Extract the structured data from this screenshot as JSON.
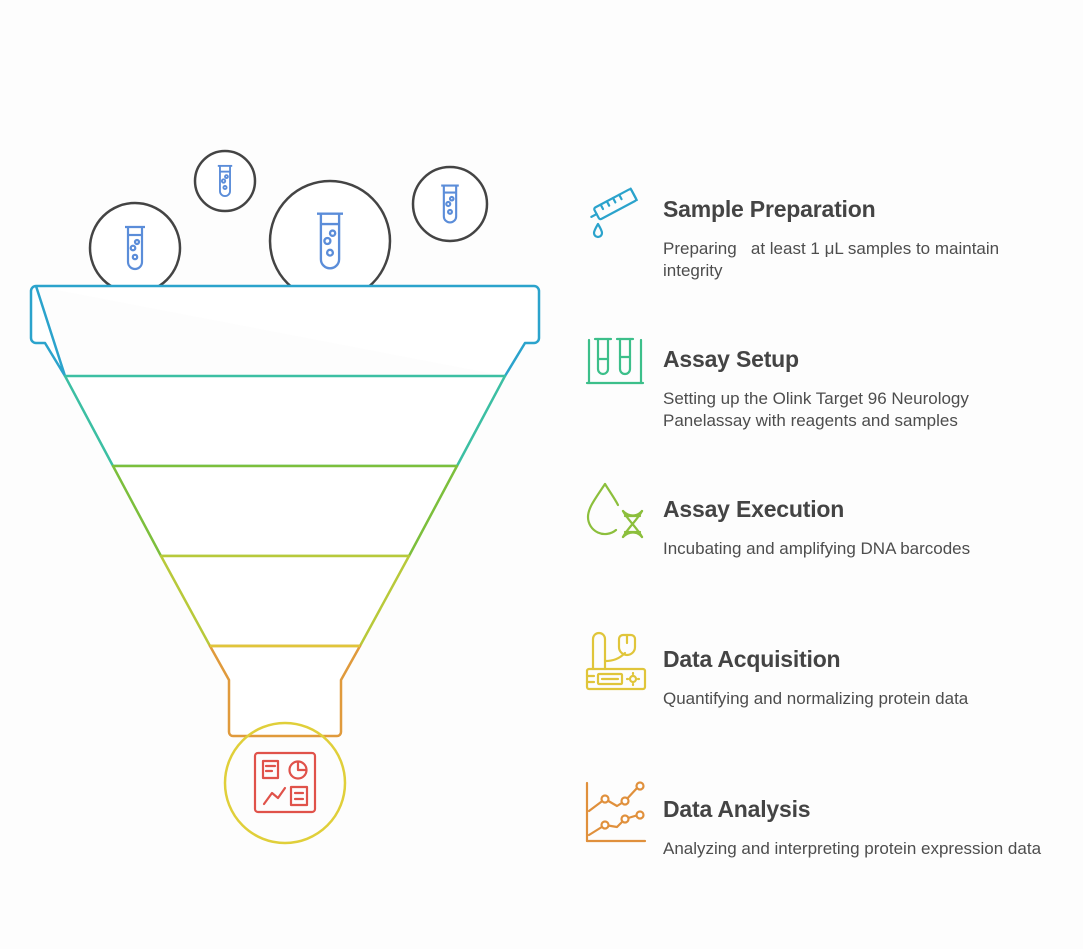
{
  "colors": {
    "outline": "#444444",
    "tube": "#5b8dd9",
    "rim": "#2ba3cc",
    "band1": "#3cbfa3",
    "band2": "#7cbf3c",
    "band3": "#b8c93a",
    "band4": "#e0c53a",
    "spout": "#e09a3c",
    "output_circle": "#e0cf3a",
    "output_icon": "#e0524a"
  },
  "icons": {
    "sample_bubbles": "test-tube-icon",
    "output": "dashboard-icon"
  },
  "steps": [
    {
      "title": "Sample Preparation",
      "description": "Preparing   at least 1 μL samples to maintain integrity",
      "icon": "pipette-icon",
      "color": "#2ba3cc"
    },
    {
      "title": "Assay Setup",
      "description": "Setting up the Olink Target 96 Neurology Panelassay with reagents and samples",
      "icon": "test-tubes-icon",
      "color": "#3cbf8a"
    },
    {
      "title": "Assay Execution",
      "description": "Incubating and amplifying DNA barcodes",
      "icon": "droplet-dna-icon",
      "color": "#8cbf3c"
    },
    {
      "title": "Data Acquisition",
      "description": "Quantifying and normalizing protein data",
      "icon": "instrument-icon",
      "color": "#e0c53a"
    },
    {
      "title": "Data Analysis",
      "description": "Analyzing and interpreting protein expression data",
      "icon": "line-chart-icon",
      "color": "#e0903c"
    }
  ]
}
